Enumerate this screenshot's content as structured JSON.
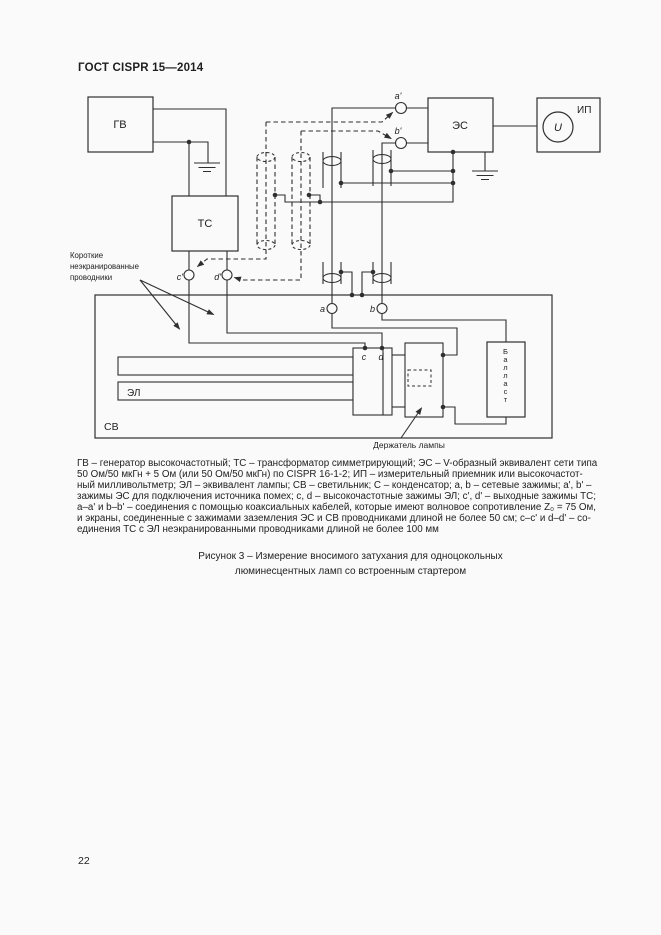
{
  "page": {
    "header": "ГОСТ CISPR 15—2014",
    "page_number": "22"
  },
  "diagram": {
    "generator": "ГВ",
    "transformer": "ТС",
    "network_equivalent": "ЭС",
    "measuring_receiver": "ИП",
    "voltmeter_symbol": "U",
    "luminaire": "СВ",
    "lamp_equivalent": "ЭЛ",
    "ballast": "Балласт",
    "lamp_holder_label": "Держатель лампы",
    "note_line1": "Короткие",
    "note_line2": "неэкранированные",
    "note_line3": "проводники",
    "terminal_a": "a",
    "terminal_b": "b",
    "terminal_c": "c",
    "terminal_d": "d",
    "terminal_a_prime": "a'",
    "terminal_b_prime": "b'",
    "terminal_c_prime": "c'",
    "terminal_d_prime": "d'"
  },
  "caption": {
    "line1": "ГВ – генератор высокочастотный; ТС – трансформатор симметрирующий; ЭС – V-образный эквивалент сети типа",
    "line2": "50 Ом/50 мкГн + 5 Ом (или 50 Ом/50 мкГн) по CISPR 16-1-2; ИП – измерительный приемник  или высокочастот-",
    "line3": "ный милливольтметр; ЭЛ – эквивалент лампы; СВ – светильник; С – конденсатор; a, b – сетевые зажимы; a', b' –",
    "line4": "зажимы ЭС для подключения источника помех; c, d – высокочастотные зажимы ЭЛ; c', d' – выходные зажимы ТС;",
    "line5": "a–a' и b–b' – соединения с помощью коаксиальных кабелей, которые имеют волновое сопротивление Z₀ = 75 Ом,",
    "line6": "и экраны, соединенные с зажимами заземления ЭС и СВ проводниками длиной не более 50 см; c–c' и d–d' – со-",
    "line7": "единения ТС с ЭЛ неэкранированными проводниками длиной не более 100 мм"
  },
  "figure": {
    "title_line1": "Рисунок 3 – Измерение вносимого затухания для одноцокольных",
    "title_line2": "люминесцентных ламп со встроенным стартером"
  },
  "colors": {
    "ink": "#2f2f2f",
    "paper": "#fafafa"
  }
}
